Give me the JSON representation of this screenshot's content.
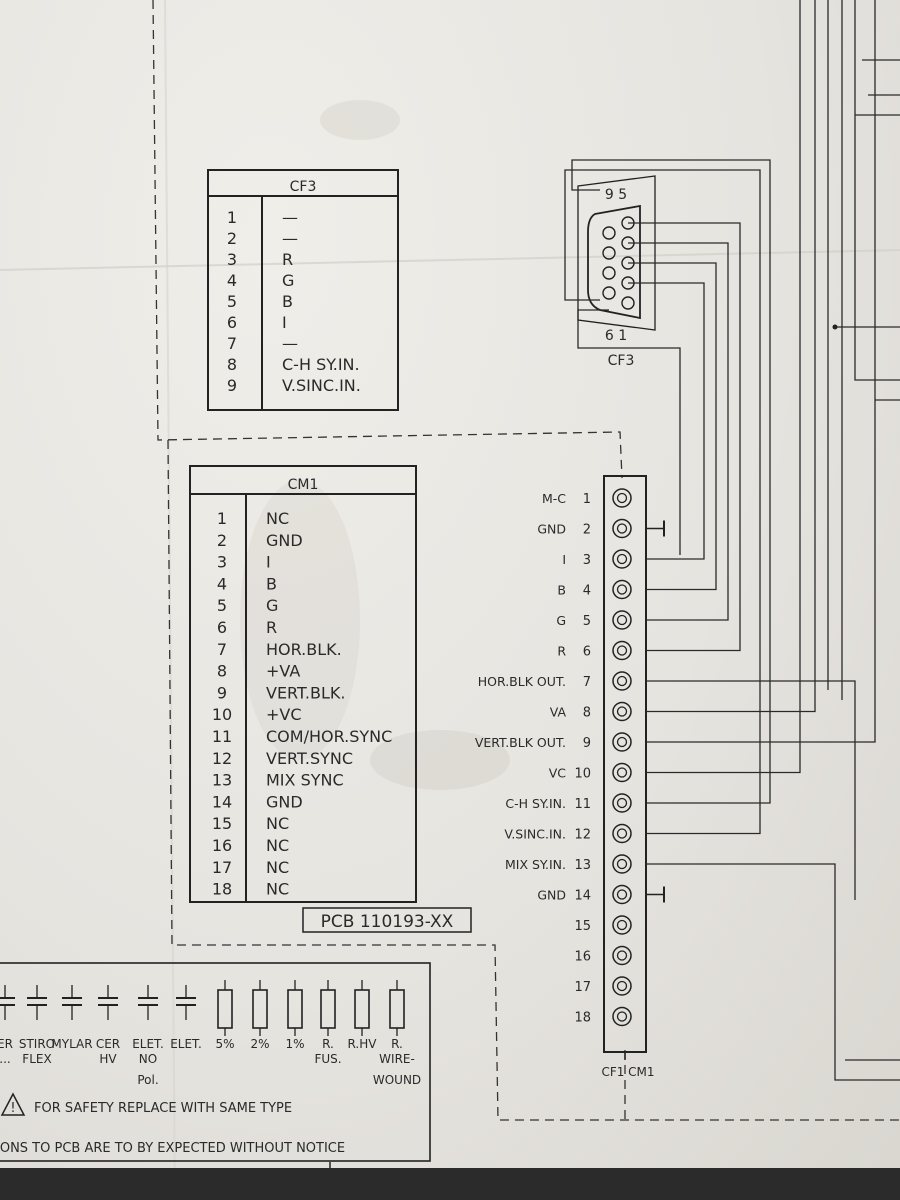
{
  "cf3_table": {
    "title": "CF3",
    "rows": [
      {
        "n": "1",
        "t": "—"
      },
      {
        "n": "2",
        "t": "—"
      },
      {
        "n": "3",
        "t": "R"
      },
      {
        "n": "4",
        "t": "G"
      },
      {
        "n": "5",
        "t": "B"
      },
      {
        "n": "6",
        "t": "I"
      },
      {
        "n": "7",
        "t": "—"
      },
      {
        "n": "8",
        "t": "C-H SY.IN."
      },
      {
        "n": "9",
        "t": "V.SINC.IN."
      }
    ]
  },
  "cm1_table": {
    "title": "CM1",
    "rows": [
      {
        "n": "1",
        "t": "NC"
      },
      {
        "n": "2",
        "t": "GND"
      },
      {
        "n": "3",
        "t": "I"
      },
      {
        "n": "4",
        "t": "B"
      },
      {
        "n": "5",
        "t": "G"
      },
      {
        "n": "6",
        "t": "R"
      },
      {
        "n": "7",
        "t": "HOR.BLK."
      },
      {
        "n": "8",
        "t": "+VA"
      },
      {
        "n": "9",
        "t": "VERT.BLK."
      },
      {
        "n": "10",
        "t": "+VC"
      },
      {
        "n": "11",
        "t": "COM/HOR.SYNC"
      },
      {
        "n": "12",
        "t": "VERT.SYNC"
      },
      {
        "n": "13",
        "t": "MIX SYNC"
      },
      {
        "n": "14",
        "t": "GND"
      },
      {
        "n": "15",
        "t": "NC"
      },
      {
        "n": "16",
        "t": "NC"
      },
      {
        "n": "17",
        "t": "NC"
      },
      {
        "n": "18",
        "t": "NC"
      }
    ]
  },
  "pcb_label": "PCB 110193-XX",
  "dsub": {
    "label": "CF3",
    "pin_top": "9  5",
    "pin_bottom": "6  1"
  },
  "strip": {
    "bottom_label": "CF1  CM1",
    "pins": [
      {
        "n": "1",
        "label": "M-C"
      },
      {
        "n": "2",
        "label": "GND"
      },
      {
        "n": "3",
        "label": "I"
      },
      {
        "n": "4",
        "label": "B"
      },
      {
        "n": "5",
        "label": "G"
      },
      {
        "n": "6",
        "label": "R"
      },
      {
        "n": "7",
        "label": "HOR.BLK OUT."
      },
      {
        "n": "8",
        "label": "VA"
      },
      {
        "n": "9",
        "label": "VERT.BLK OUT."
      },
      {
        "n": "10",
        "label": "VC"
      },
      {
        "n": "11",
        "label": "C-H SY.IN."
      },
      {
        "n": "12",
        "label": "V.SINC.IN."
      },
      {
        "n": "13",
        "label": "MIX SY.IN."
      },
      {
        "n": "14",
        "label": "GND"
      },
      {
        "n": "15",
        "label": ""
      },
      {
        "n": "16",
        "label": ""
      },
      {
        "n": "17",
        "label": ""
      },
      {
        "n": "18",
        "label": ""
      }
    ]
  },
  "legend": {
    "items": [
      {
        "l1": "ER",
        "l2": "..."
      },
      {
        "l1": "STIRO",
        "l2": "FLEX"
      },
      {
        "l1": "MYLAR",
        "l2": ""
      },
      {
        "l1": "CER",
        "l2": "HV"
      },
      {
        "l1": "ELET.",
        "l2": "NO",
        "l3": "Pol."
      },
      {
        "l1": "ELET.",
        "l2": ""
      },
      {
        "l1": "5%",
        "l2": ""
      },
      {
        "l1": "2%",
        "l2": ""
      },
      {
        "l1": "1%",
        "l2": ""
      },
      {
        "l1": "R.",
        "l2": "FUS."
      },
      {
        "l1": "R.HV",
        "l2": ""
      },
      {
        "l1": "R.",
        "l2": "WIRE-",
        "l3": "WOUND"
      }
    ],
    "safety": "FOR SAFETY REPLACE WITH SAME TYPE",
    "notice": "IONS TO PCB ARE TO BY EXPECTED WITHOUT NOTICE"
  }
}
